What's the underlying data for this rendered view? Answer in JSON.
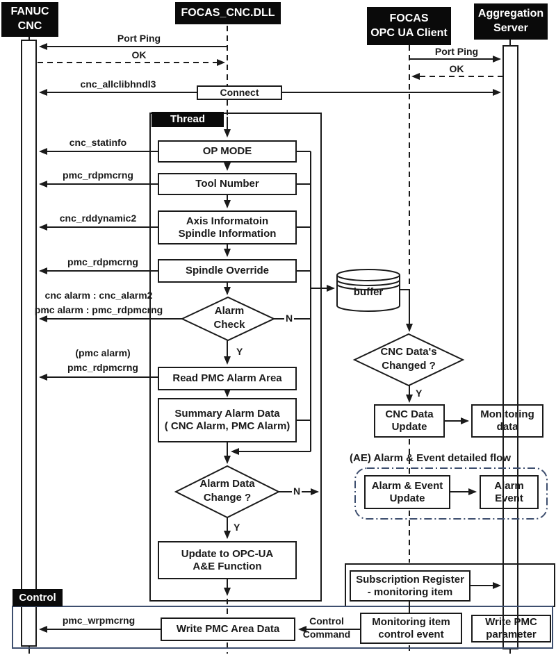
{
  "actors": {
    "fanuc": [
      "FANUC",
      "CNC"
    ],
    "focas_dll": [
      "FOCAS_CNC.DLL"
    ],
    "opc_ua_client": [
      "FOCAS",
      "OPC UA Client"
    ],
    "aggregation_server": [
      "Aggregation",
      "Server"
    ]
  },
  "handshake": {
    "port_ping_left": "Port Ping",
    "ok_left": "OK",
    "port_ping_right": "Port Ping",
    "ok_right": "OK",
    "cnc_allclibhndl3": "cnc_allclibhndl3",
    "connect": "Connect"
  },
  "thread": {
    "label": "Thread",
    "op_mode": "OP MODE",
    "tool_number": "Tool Number",
    "axis_info": [
      "Axis Informatoin",
      "Spindle Information"
    ],
    "spindle_override": "Spindle Override",
    "alarm_check": [
      "Alarm",
      "Check"
    ],
    "read_pmc_alarm": "Read PMC Alarm Area",
    "summary_alarm": [
      "Summary Alarm Data",
      "( CNC Alarm, PMC Alarm)"
    ],
    "alarm_data_change": [
      "Alarm Data",
      "Change ?"
    ],
    "update_opcua": [
      "Update to OPC-UA",
      "A&E Function"
    ],
    "yes": "Y",
    "no": "N"
  },
  "api_labels": {
    "cnc_statinfo": "cnc_statinfo",
    "pmc_rdpmcrng_1": "pmc_rdpmcrng",
    "cnc_rddynamic2": "cnc_rddynamic2",
    "pmc_rdpmcrng_2": "pmc_rdpmcrng",
    "cnc_alarm": [
      "cnc alarm : cnc_alarm2",
      "pmc alarm : pmc_rdpmcrng"
    ],
    "pmc_alarm": [
      "(pmc alarm)",
      "pmc_rdpmcrng"
    ],
    "pmc_wrpmcrng": "pmc_wrpmcrng"
  },
  "buffer": {
    "label": "buffer"
  },
  "client_flow": {
    "cnc_changed": [
      "CNC Data's",
      "Changed ?"
    ],
    "yes": "Y",
    "cnc_data_update": [
      "CNC Data",
      "Update"
    ],
    "monitoring_data": [
      "Monitoring",
      "data"
    ],
    "ae_title": "(AE) Alarm & Event detailed flow",
    "ae_update": [
      "Alarm & Event",
      "Update"
    ],
    "alarm_event": [
      "Alarm",
      "Event"
    ],
    "subscription": [
      "Subscription Register",
      "- monitoring item"
    ]
  },
  "control": {
    "label": "Control",
    "write_pmc_area": "Write PMC Area Data",
    "command": [
      "Control",
      "Command"
    ],
    "monitoring_item": [
      "Monitoring item",
      "control event"
    ],
    "write_pmc_param": [
      "Write PMC",
      "parameter"
    ]
  },
  "colors": {
    "line": "#1a1a1a",
    "frame": "#3d4e6e",
    "box-bg": "#ffffff",
    "actor-bg": "#0a0a0a",
    "actor-fg": "#ffffff",
    "page-bg": "#ffffff"
  }
}
